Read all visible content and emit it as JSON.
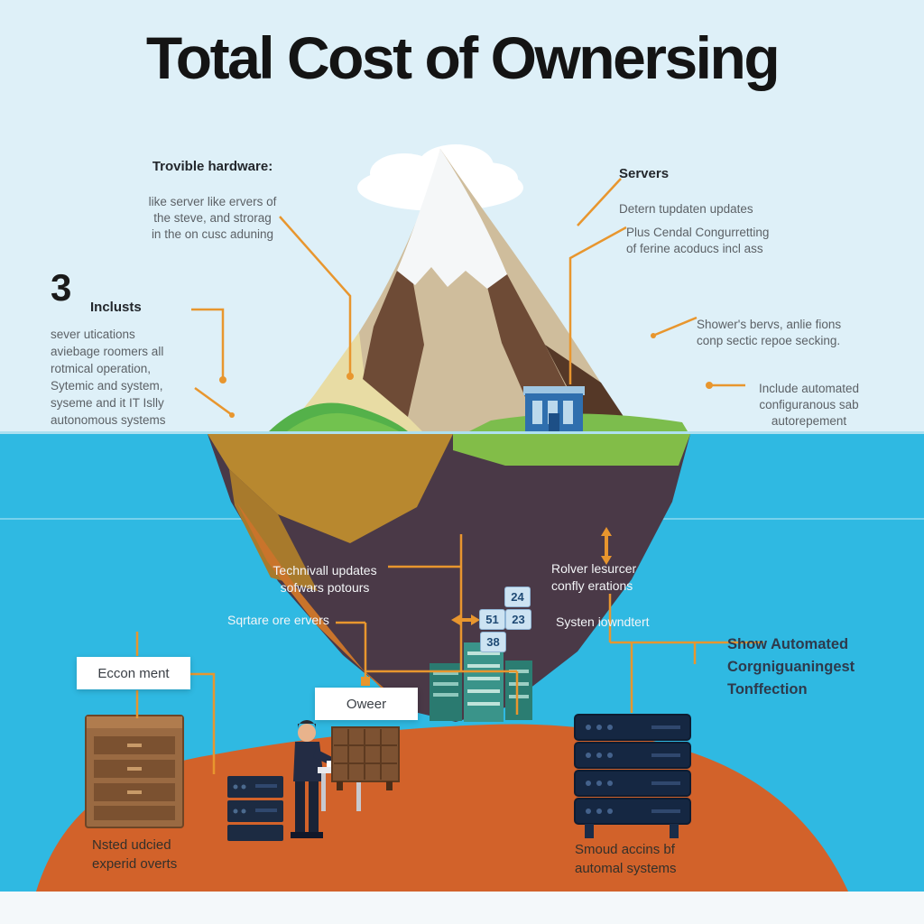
{
  "title": "Total Cost of Ownersing",
  "annotations": {
    "trovible_heading": "Trovible hardware:",
    "trovible_body": "like server like ervers of\nthe steve, and strorag\nin the on cusc aduning",
    "servers_heading": "Servers",
    "servers_body": "Detern tupdaten updates",
    "plus_cendal": "Plus Cendal Congurretting\nof ferine acoducs incl ass",
    "inclusts_number": "3",
    "inclusts_heading": "Inclusts",
    "inclusts_body": "sever utications\naviebage roomers all\nrotmical operation,\nSytemic and system,\nsyseme and it IT Islly\nautonomous systems",
    "showers": "Shower's bervs, anlie fions\nconp sectic repoe secking.",
    "include_automated": "Include automated\nconfiguranous sab\nautorepement",
    "technical_updates": "Technivall updates\nsofwars potours",
    "surface_servers": "Sqrtare ore ervers",
    "rolver": "Rolver lesurcer\nconfly erations",
    "systen": "Systen iowndtert",
    "show_automated": "Show Automated\nCorgniguaningest\nTonffection",
    "bottom_left": "Nsted udcied\nexperid overts",
    "bottom_right": "Smoud accins bf\nautomal systems"
  },
  "boxes": {
    "eccon": "Eccon ment",
    "oweer": "Oweer"
  },
  "chips": {
    "a": "24",
    "b": "51",
    "c": "23",
    "d": "38"
  },
  "icons": {
    "scene": [
      "cloud-icon",
      "mountain-illustration",
      "mountain-building-icon",
      "underwater-iceberg",
      "underwater-buildings-icon",
      "cabinet-icon",
      "small-server-stack-icon",
      "person-figure",
      "table-icon",
      "brown-server-icon",
      "server-rack-icon",
      "connector-lines",
      "up-down-arrow-icon",
      "left-right-arrow-icon"
    ]
  },
  "colors": {
    "accent": "#e8962e",
    "sky": "#def0f8",
    "water": "#2fb9e2",
    "ground": "#d2622a",
    "iceberg_dark": "#4a3947",
    "iceberg_mustard": "#b8882f",
    "grass": "#72c24f"
  }
}
